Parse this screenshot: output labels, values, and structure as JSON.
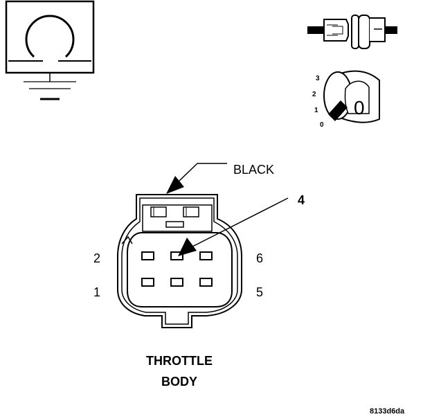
{
  "connector": {
    "color_label": "BLACK",
    "callout_pin": "4",
    "pins": {
      "p1": "1",
      "p2": "2",
      "p5": "5",
      "p6": "6"
    },
    "title_line1": "THROTTLE",
    "title_line2": "BODY"
  },
  "key_switch": {
    "positions": [
      "3",
      "2",
      "1",
      "0"
    ],
    "key_glyph": "0"
  },
  "figure_code": "8133d6da"
}
